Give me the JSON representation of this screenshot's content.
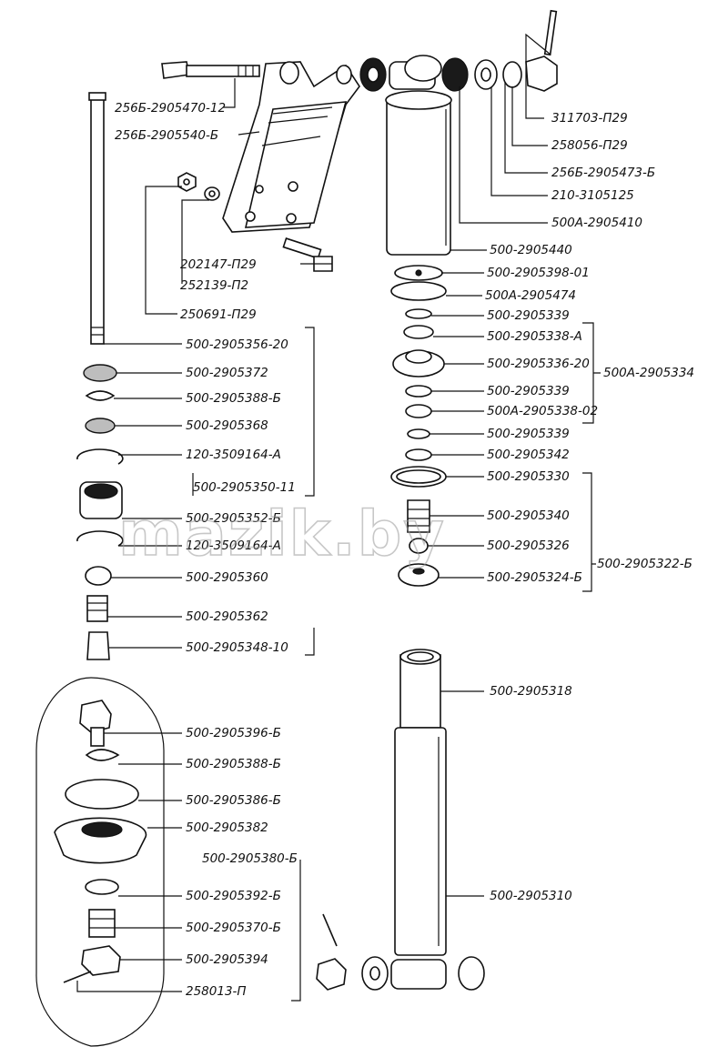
{
  "watermark": "mazik.by",
  "labels": [
    {
      "id": "l01",
      "text": "256Б-2905470-12"
    },
    {
      "id": "l02",
      "text": "256Б-2905540-Б"
    },
    {
      "id": "l03",
      "text": "202147-П29"
    },
    {
      "id": "l04",
      "text": "252139-П2"
    },
    {
      "id": "l05",
      "text": "250691-П29"
    },
    {
      "id": "l06",
      "text": "311703-П29"
    },
    {
      "id": "l07",
      "text": "258056-П29"
    },
    {
      "id": "l08",
      "text": "256Б-2905473-Б"
    },
    {
      "id": "l09",
      "text": "210-3105125"
    },
    {
      "id": "l10",
      "text": "500А-2905410"
    },
    {
      "id": "l11",
      "text": "500-2905440"
    },
    {
      "id": "l12",
      "text": "500-2905398-01"
    },
    {
      "id": "l13",
      "text": "500А-2905474"
    },
    {
      "id": "l14",
      "text": "500-2905339"
    },
    {
      "id": "l15",
      "text": "500-2905338-А"
    },
    {
      "id": "l16",
      "text": "500-2905336-20"
    },
    {
      "id": "l17",
      "text": "500-2905339"
    },
    {
      "id": "l18",
      "text": "500А-2905338-02"
    },
    {
      "id": "l19",
      "text": "500-2905339"
    },
    {
      "id": "l20",
      "text": "500-2905342"
    },
    {
      "id": "l21",
      "text": "500-2905330"
    },
    {
      "id": "l22",
      "text": "500-2905340"
    },
    {
      "id": "l23",
      "text": "500-2905326"
    },
    {
      "id": "l24",
      "text": "500-2905324-Б"
    },
    {
      "id": "l25",
      "text": "500А-2905334"
    },
    {
      "id": "l26",
      "text": "500-2905322-Б"
    },
    {
      "id": "l27",
      "text": "500-2905356-20"
    },
    {
      "id": "l28",
      "text": "500-2905372"
    },
    {
      "id": "l29",
      "text": "500-2905388-Б"
    },
    {
      "id": "l30",
      "text": "500-2905368"
    },
    {
      "id": "l31",
      "text": "120-3509164-А"
    },
    {
      "id": "l32",
      "text": "500-2905350-11"
    },
    {
      "id": "l33",
      "text": "500-2905352-Б"
    },
    {
      "id": "l34",
      "text": "120-3509164-А"
    },
    {
      "id": "l35",
      "text": "500-2905360"
    },
    {
      "id": "l36",
      "text": "500-2905362"
    },
    {
      "id": "l37",
      "text": "500-2905348-10"
    },
    {
      "id": "l38",
      "text": "500-2905318"
    },
    {
      "id": "l39",
      "text": "500-2905310"
    },
    {
      "id": "l40",
      "text": "500-2905396-Б"
    },
    {
      "id": "l41",
      "text": "500-2905388-Б"
    },
    {
      "id": "l42",
      "text": "500-2905386-Б"
    },
    {
      "id": "l43",
      "text": "500-2905382"
    },
    {
      "id": "l44",
      "text": "500-2905380-Б"
    },
    {
      "id": "l45",
      "text": "500-2905392-Б"
    },
    {
      "id": "l46",
      "text": "500-2905370-Б"
    },
    {
      "id": "l47",
      "text": "500-2905394"
    },
    {
      "id": "l48",
      "text": "258013-П"
    }
  ]
}
